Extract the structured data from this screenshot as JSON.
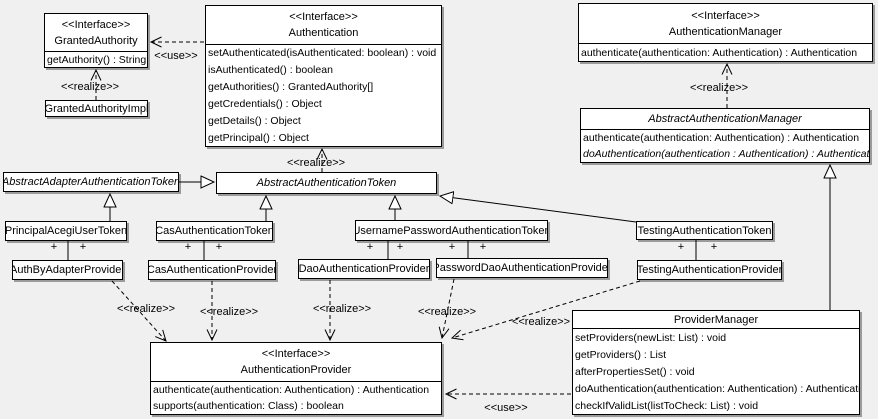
{
  "diagram": {
    "background_color": "#f0f0f0",
    "box_fill_color": "#ffffff",
    "line_color": "#000000",
    "labels": {
      "realize": "<<realize>>",
      "use": "<<use>>",
      "plus": "+"
    },
    "classes": [
      {
        "id": "granted-authority",
        "stereotype": "<<Interface>>",
        "name": "GrantedAuthority",
        "abstract": false,
        "methods": [
          {
            "text": "getAuthority() : String",
            "italic": false
          }
        ]
      },
      {
        "id": "granted-authority-impl",
        "stereotype": null,
        "name": "GrantedAuthorityImpl",
        "abstract": false,
        "methods": []
      },
      {
        "id": "authentication",
        "stereotype": "<<Interface>>",
        "name": "Authentication",
        "abstract": false,
        "methods": [
          {
            "text": "setAuthenticated(isAuthenticated: boolean) : void",
            "italic": false
          },
          {
            "text": "isAuthenticated() : boolean",
            "italic": false
          },
          {
            "text": "getAuthorities() : GrantedAuthority[]",
            "italic": false
          },
          {
            "text": "getCredentials() : Object",
            "italic": false
          },
          {
            "text": "getDetails() : Object",
            "italic": false
          },
          {
            "text": "getPrincipal() : Object",
            "italic": false
          }
        ]
      },
      {
        "id": "authentication-manager",
        "stereotype": "<<Interface>>",
        "name": "AuthenticationManager",
        "abstract": false,
        "methods": [
          {
            "text": "authenticate(authentication: Authentication) : Authentication",
            "italic": false
          }
        ]
      },
      {
        "id": "abstract-authentication-manager",
        "stereotype": null,
        "name": "AbstractAuthenticationManager",
        "abstract": true,
        "methods": [
          {
            "text": "authenticate(authentication: Authentication) : Authentication",
            "italic": false
          },
          {
            "text": "doAuthentication(authentication : Authentication) : Authentication",
            "italic": true
          }
        ]
      },
      {
        "id": "abstract-adapter-authentication-token",
        "stereotype": null,
        "name": "AbstractAdapterAuthenticationToken",
        "abstract": true,
        "methods": []
      },
      {
        "id": "abstract-authentication-token",
        "stereotype": null,
        "name": "AbstractAuthenticationToken",
        "abstract": true,
        "methods": []
      },
      {
        "id": "principal-acegi-user-token",
        "stereotype": null,
        "name": "PrincipalAcegiUserToken",
        "abstract": false,
        "methods": []
      },
      {
        "id": "cas-authentication-token",
        "stereotype": null,
        "name": "CasAuthenticationToken",
        "abstract": false,
        "methods": []
      },
      {
        "id": "username-password-authentication-token",
        "stereotype": null,
        "name": "UsernamePasswordAuthenticationToken",
        "abstract": false,
        "methods": []
      },
      {
        "id": "testing-authentication-token",
        "stereotype": null,
        "name": "TestingAuthenticationToken",
        "abstract": false,
        "methods": []
      },
      {
        "id": "auth-by-adapter-provider",
        "stereotype": null,
        "name": "AuthByAdapterProvider",
        "abstract": false,
        "methods": []
      },
      {
        "id": "cas-authentication-provider",
        "stereotype": null,
        "name": "CasAuthenticationProvider",
        "abstract": false,
        "methods": []
      },
      {
        "id": "dao-authentication-provider",
        "stereotype": null,
        "name": "DaoAuthenticationProvider",
        "abstract": false,
        "methods": []
      },
      {
        "id": "password-dao-authentication-provider",
        "stereotype": null,
        "name": "PasswordDaoAuthenticationProvider",
        "abstract": false,
        "methods": []
      },
      {
        "id": "testing-authentication-provider",
        "stereotype": null,
        "name": "TestingAuthenticationProvider",
        "abstract": false,
        "methods": []
      },
      {
        "id": "authentication-provider",
        "stereotype": "<<Interface>>",
        "name": "AuthenticationProvider",
        "abstract": false,
        "methods": [
          {
            "text": "authenticate(authentication: Authentication) : Authentication",
            "italic": false
          },
          {
            "text": "supports(authentication: Class) : boolean",
            "italic": false
          }
        ]
      },
      {
        "id": "provider-manager",
        "stereotype": null,
        "name": "ProviderManager",
        "abstract": false,
        "methods": [
          {
            "text": "setProviders(newList: List) : void",
            "italic": false
          },
          {
            "text": "getProviders() : List",
            "italic": false
          },
          {
            "text": "afterPropertiesSet() : void",
            "italic": false
          },
          {
            "text": "doAuthentication(authentication: Authentication) : Authentication",
            "italic": false
          },
          {
            "text": "checkIfValidList(listToCheck: List) : void",
            "italic": false
          }
        ]
      }
    ],
    "edges": [
      {
        "id": "gen-adapter-to-token",
        "type": "generalization",
        "from": "abstract-adapter-authentication-token",
        "to": "abstract-authentication-token"
      },
      {
        "id": "gen-principal",
        "type": "generalization",
        "from": "principal-acegi-user-token",
        "to": "abstract-adapter-authentication-token"
      },
      {
        "id": "gen-cas-token",
        "type": "generalization",
        "from": "cas-authentication-token",
        "to": "abstract-authentication-token"
      },
      {
        "id": "gen-username-token",
        "type": "generalization",
        "from": "username-password-authentication-token",
        "to": "abstract-authentication-token"
      },
      {
        "id": "gen-testing-token",
        "type": "generalization",
        "from": "testing-authentication-token",
        "to": "abstract-authentication-token"
      },
      {
        "id": "gen-provider-manager",
        "type": "generalization",
        "from": "provider-manager",
        "to": "abstract-authentication-manager"
      },
      {
        "id": "realize-granted-impl",
        "type": "realize",
        "from": "granted-authority-impl",
        "to": "granted-authority",
        "label": "<<realize>>"
      },
      {
        "id": "realize-token-authentication",
        "type": "realize",
        "from": "abstract-authentication-token",
        "to": "authentication",
        "label": "<<realize>>"
      },
      {
        "id": "realize-manager",
        "type": "realize",
        "from": "abstract-authentication-manager",
        "to": "authentication-manager",
        "label": "<<realize>>"
      },
      {
        "id": "realize-auth-by-adapter",
        "type": "realize",
        "from": "auth-by-adapter-provider",
        "to": "authentication-provider",
        "label": "<<realize>>"
      },
      {
        "id": "realize-cas-provider",
        "type": "realize",
        "from": "cas-authentication-provider",
        "to": "authentication-provider",
        "label": "<<realize>>"
      },
      {
        "id": "realize-dao-provider",
        "type": "realize",
        "from": "dao-authentication-provider",
        "to": "authentication-provider",
        "label": "<<realize>>"
      },
      {
        "id": "realize-password-dao-provider",
        "type": "realize",
        "from": "password-dao-authentication-provider",
        "to": "authentication-provider",
        "label": "<<realize>>"
      },
      {
        "id": "realize-testing-provider",
        "type": "realize",
        "from": "testing-authentication-provider",
        "to": "authentication-provider",
        "label": "<<realize>>"
      },
      {
        "id": "use-authentication",
        "type": "use",
        "from": "authentication",
        "to": "granted-authority",
        "label": "<<use>>"
      },
      {
        "id": "use-provider-manager",
        "type": "use",
        "from": "provider-manager",
        "to": "authentication-provider",
        "label": "<<use>>"
      },
      {
        "id": "assoc-principal-adapter",
        "type": "association",
        "from": "principal-acegi-user-token",
        "to": "auth-by-adapter-provider",
        "multiplicities": [
          "+",
          "+"
        ]
      },
      {
        "id": "assoc-cas",
        "type": "association",
        "from": "cas-authentication-token",
        "to": "cas-authentication-provider",
        "multiplicities": [
          "+",
          "+"
        ]
      },
      {
        "id": "assoc-username-dao",
        "type": "association",
        "from": "username-password-authentication-token",
        "to": "dao-authentication-provider",
        "multiplicities": [
          "+",
          "+"
        ]
      },
      {
        "id": "assoc-username-password-dao",
        "type": "association",
        "from": "username-password-authentication-token",
        "to": "password-dao-authentication-provider",
        "multiplicities": [
          "+",
          "+"
        ]
      },
      {
        "id": "assoc-testing",
        "type": "association",
        "from": "testing-authentication-token",
        "to": "testing-authentication-provider",
        "multiplicities": [
          "+",
          "+"
        ]
      }
    ]
  }
}
